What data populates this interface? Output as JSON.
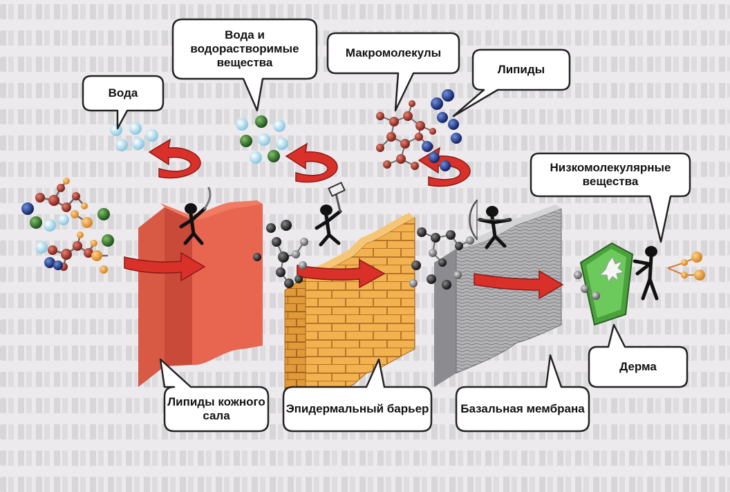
{
  "labels": {
    "water": "Вода",
    "water_soluble": "Вода и водорастворимые вещества",
    "macromolecules": "Макромолекулы",
    "lipids": "Липиды",
    "low_molecular": "Низкомолекулярные вещества",
    "sebum_lipids": "Липиды кожного сала",
    "epidermal_barrier": "Эпидермальный барьер",
    "basal_membrane": "Базальная мембрана",
    "dermis": "Дерма"
  },
  "colors": {
    "sebum_wall": "#e8654f",
    "epidermal_wall": "#f2b24f",
    "basal_wall": "#a8a8aa",
    "dermis": "#5dbb4e",
    "arrow": "#d9302a",
    "water_molecule": "#a8d8ec",
    "green_molecule": "#2f6b2a",
    "blue_molecule": "#1b3b8c",
    "red_molecule": "#b2362a",
    "orange_molecule": "#f0a23a",
    "grey_molecule": "#7a7a7a"
  }
}
